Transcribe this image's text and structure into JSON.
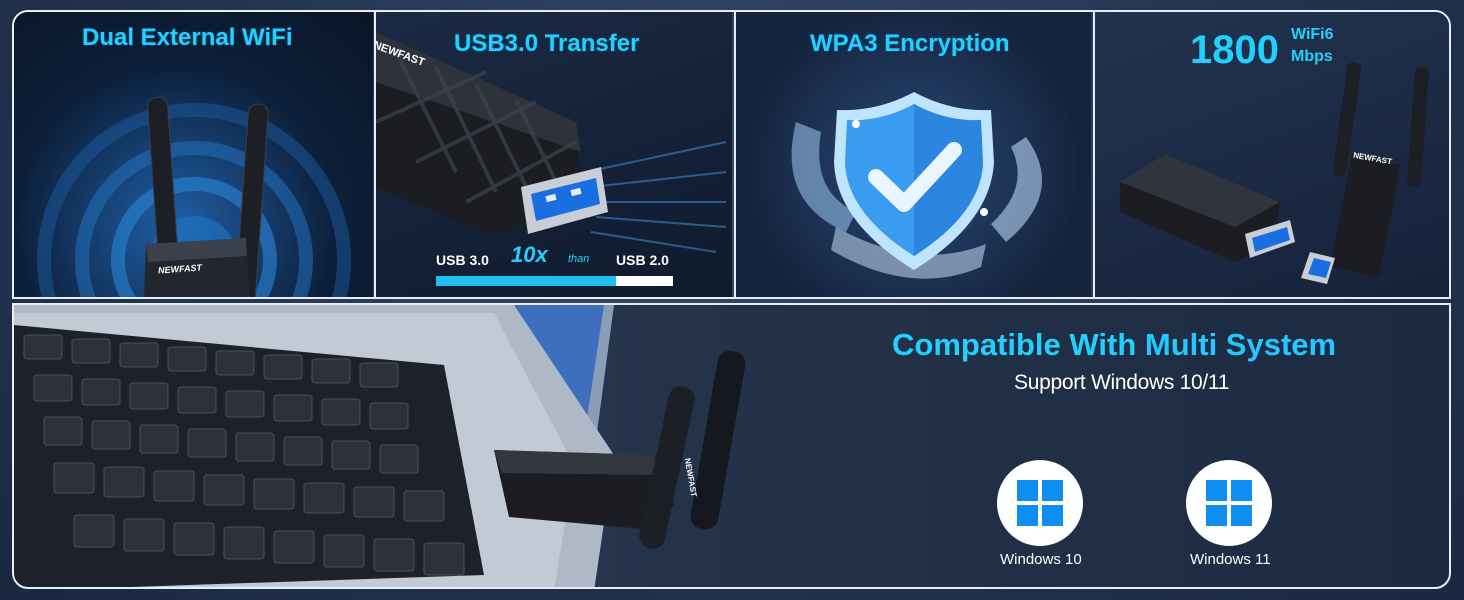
{
  "panels": {
    "dual_wifi": {
      "title": "Dual External WiFi",
      "brand": "NEWFAST"
    },
    "usb": {
      "title": "USB3.0 Transfer",
      "left_label": "USB 3.0",
      "ratio": "10x",
      "ratio_word": "than",
      "right_label": "USB 2.0",
      "bar_fill_fraction": 0.76,
      "brand": "NEWFAST"
    },
    "security": {
      "title": "WPA3 Encryption"
    },
    "speed": {
      "value": "1800",
      "wifi_label": "WiFi6",
      "unit": "Mbps",
      "brand": "NEWFAST"
    }
  },
  "compat": {
    "title_part1": "Compatible With",
    "title_part2": "Multi System",
    "subtitle": "Support Windows 10/11",
    "os": [
      {
        "label": "Windows 10",
        "icon": "windows-logo-icon"
      },
      {
        "label": "Windows 11",
        "icon": "windows-logo-icon"
      }
    ],
    "brand": "NEWFAST"
  },
  "colors": {
    "accent": "#22d0ff",
    "windows_blue": "#0d8ef0",
    "frame": "#e8eef6"
  }
}
